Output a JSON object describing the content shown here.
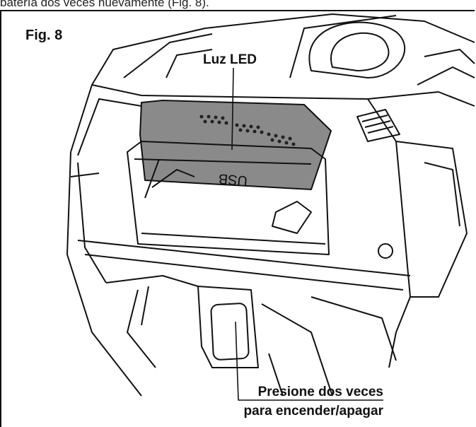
{
  "page": {
    "top_text": "batería dos veces nuevamente (Fig. 8)."
  },
  "figure": {
    "label": "Fig. 8",
    "usb_marking": "USB",
    "callouts": {
      "led": "Luz LED",
      "press_line1": "Presione dos veces",
      "press_line2": "para encender/apagar"
    }
  },
  "colors": {
    "line": "#111111",
    "led_band": "#8a8a8a",
    "background": "#ffffff"
  }
}
